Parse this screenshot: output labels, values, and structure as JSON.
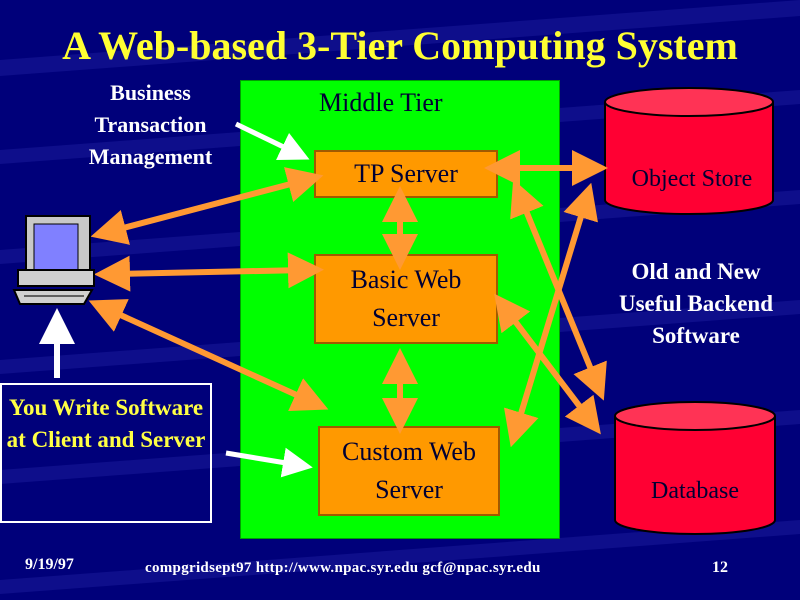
{
  "slide": {
    "title": "A Web-based 3-Tier Computing System",
    "business_label": "Business Transaction Management",
    "middle_tier_label": "Middle Tier",
    "boxes": {
      "tp_server": "TP Server",
      "basic_web_server": "Basic Web Server",
      "custom_web_server": "Custom Web Server"
    },
    "databases": {
      "object_store": "Object Store",
      "database": "Database"
    },
    "backend_label": "Old and New Useful Backend Software",
    "you_write_label": "You Write Software at Client and Server",
    "footer": {
      "date": "9/19/97",
      "source": "compgridsept97  http://www.npac.syr.edu gcf@npac.syr.edu",
      "page": "12"
    }
  },
  "colors": {
    "background": "#00007a",
    "title": "#ffff33",
    "panel": "#00ff00",
    "box": "#ff9900",
    "cylinder": "#ff0033",
    "arrow": "#ff9933"
  },
  "icons": [
    "computer-icon"
  ]
}
